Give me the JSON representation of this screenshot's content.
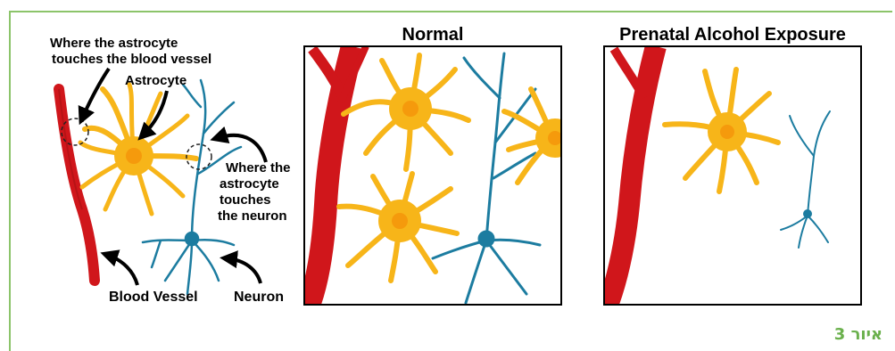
{
  "labels": {
    "touch_vessel_line1": "Where the astrocyte",
    "touch_vessel_line2": "touches the blood vessel",
    "astrocyte": "Astrocyte",
    "touch_neuron_line1": "Where the",
    "touch_neuron_line2": "astrocyte",
    "touch_neuron_line3": "touches",
    "touch_neuron_line4": "the neuron",
    "blood_vessel": "Blood Vessel",
    "neuron": "Neuron"
  },
  "panels": {
    "normal_title": "Normal",
    "pae_title": "Prenatal Alcohol Exposure"
  },
  "caption": "איור 3",
  "colors": {
    "frame": "#8cc46a",
    "vessel": "#d0161b",
    "astrocyte": "#f7b519",
    "astrocyte_core": "#f59a0c",
    "neuron": "#1c7ca0",
    "caption": "#6ab04c"
  }
}
